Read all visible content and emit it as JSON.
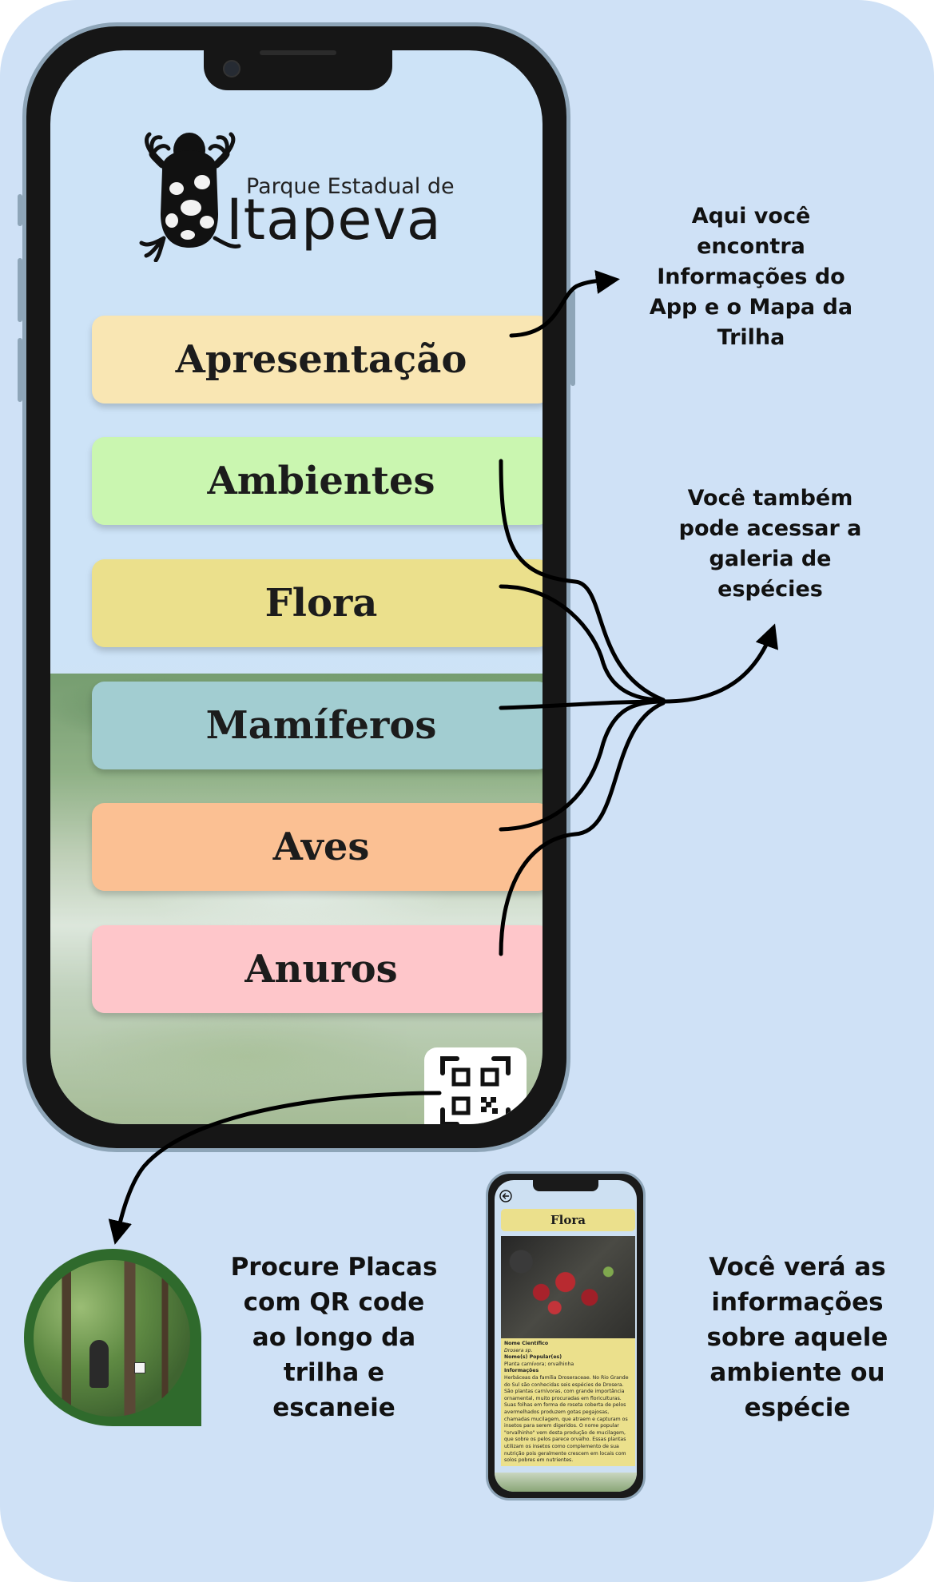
{
  "app": {
    "logo_line1": "Parque Estadual de",
    "logo_line2": "Itapeva"
  },
  "menu": [
    {
      "label": "Apresentação",
      "color": "#f9e6b3"
    },
    {
      "label": "Ambientes",
      "color": "#caf6b0"
    },
    {
      "label": "Flora",
      "color": "#ebe08c"
    },
    {
      "label": "Mamíferos",
      "color": "#a2cdd1"
    },
    {
      "label": "Aves",
      "color": "#fbc093"
    },
    {
      "label": "Anuros",
      "color": "#fec6ca"
    }
  ],
  "icons": {
    "qr": "qr-code-icon",
    "logo": "frog-logo-icon",
    "back": "back-arrow-icon"
  },
  "annotations": {
    "apresentacao": "Aqui você\nencontra\nInformações do\nApp e o Mapa da\nTrilha",
    "galeria": "Você também\npode acessar a\ngaleria de\nespécies",
    "qr": "Procure Placas\ncom QR code\nao longo da\ntrilha e\nescaneie",
    "detalhe": "Você verá as\ninformações\nsobre aquele\nambiente ou\nespécie"
  },
  "species_preview": {
    "title": "Flora",
    "sci_label": "Nome Científico",
    "sci_value": "Drosera sp.",
    "pop_label": "Nome(s) Popular(es)",
    "pop_value": "Planta carnívora; orvalhinha",
    "info_label": "Informações",
    "info_text": "Herbáceas da família Droseraceae. No Rio Grande do Sul são conhecidas seis espécies de Drosera. São plantas carnívoras, com grande importância ornamental, muito procuradas em floriculturas. Suas folhas em forma de roseta coberta de pelos avermelhados produzem gotas pegajosas, chamadas mucilagem, que atraem e capturam os insetos para serem digeridos. O nome popular \"orvalhinho\" vem desta produção de mucilagem, que sobre os pelos parece orvalho. Essas plantas utilizam os insetos como complemento de sua nutrição pois geralmente crescem em locais com solos pobres em nutrientes."
  }
}
